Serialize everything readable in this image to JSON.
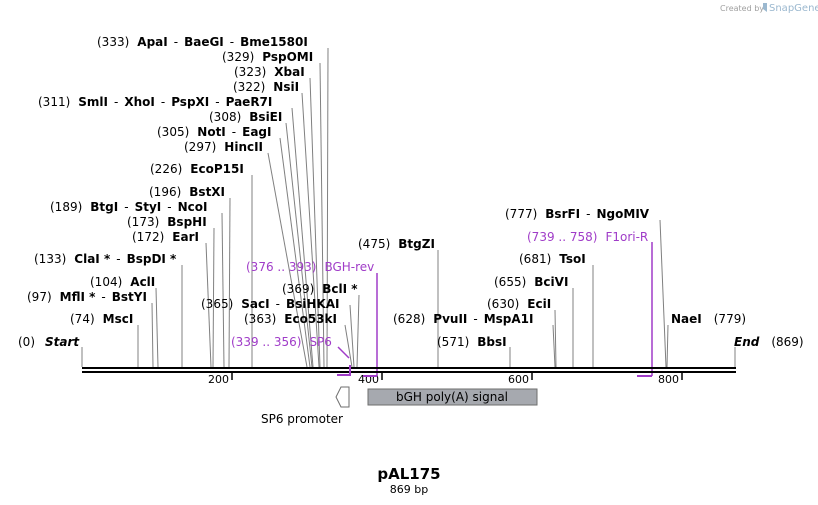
{
  "watermark": {
    "prefix": "Created by",
    "brand": "SnapGene"
  },
  "map": {
    "name": "pAL175",
    "length_label": "869 bp",
    "ticks": [
      "200",
      "400",
      "600",
      "800"
    ],
    "ends": {
      "start_pos": "(0)",
      "start": "Start",
      "end": "End",
      "end_pos": "(869)"
    }
  },
  "features": {
    "sp6_promoter": "SP6 promoter",
    "bgh_polya": "bGH poly(A) signal"
  },
  "primers": {
    "sp6": {
      "range": "(339 .. 356)",
      "name": "SP6"
    },
    "bgh_rev": {
      "range": "(376 .. 393)",
      "name": "BGH-rev"
    },
    "f1ori_r": {
      "range": "(739 .. 758)",
      "name": "F1ori-R"
    }
  },
  "sites": {
    "apai": {
      "pos": "(333)",
      "names": [
        "ApaI",
        "BaeGI",
        "Bme1580I"
      ]
    },
    "pspomi": {
      "pos": "(329)",
      "names": [
        "PspOMI"
      ]
    },
    "xbai": {
      "pos": "(323)",
      "names": [
        "XbaI"
      ]
    },
    "nsii": {
      "pos": "(322)",
      "names": [
        "NsiI"
      ]
    },
    "smli": {
      "pos": "(311)",
      "names": [
        "SmlI",
        "XhoI",
        "PspXI",
        "PaeR7I"
      ]
    },
    "bsiei": {
      "pos": "(308)",
      "names": [
        "BsiEI"
      ]
    },
    "noti": {
      "pos": "(305)",
      "names": [
        "NotI",
        "EagI"
      ]
    },
    "hincii": {
      "pos": "(297)",
      "names": [
        "HincII"
      ]
    },
    "ecop15i": {
      "pos": "(226)",
      "names": [
        "EcoP15I"
      ]
    },
    "bstxi": {
      "pos": "(196)",
      "names": [
        "BstXI"
      ]
    },
    "btgi": {
      "pos": "(189)",
      "names": [
        "BtgI",
        "StyI",
        "NcoI"
      ]
    },
    "bsphi": {
      "pos": "(173)",
      "names": [
        "BspHI"
      ]
    },
    "eari": {
      "pos": "(172)",
      "names": [
        "EarI"
      ]
    },
    "clai": {
      "pos": "(133)",
      "names": [
        "ClaI *",
        "BspDI *"
      ]
    },
    "acli": {
      "pos": "(104)",
      "names": [
        "AclI"
      ]
    },
    "mfli": {
      "pos": "(97)",
      "names": [
        "MflI *",
        "BstYI"
      ]
    },
    "msci": {
      "pos": "(74)",
      "names": [
        "MscI"
      ]
    },
    "saci": {
      "pos": "(365)",
      "names": [
        "SacI",
        "BsiHKAI"
      ]
    },
    "eco53ki": {
      "pos": "(363)",
      "names": [
        "Eco53kI"
      ]
    },
    "bcli": {
      "pos": "(369)",
      "names": [
        "BclI *"
      ]
    },
    "btgzi": {
      "pos": "(475)",
      "names": [
        "BtgZI"
      ]
    },
    "pvuii": {
      "pos": "(628)",
      "names": [
        "PvuII",
        "MspA1I"
      ]
    },
    "bbsi": {
      "pos": "(571)",
      "names": [
        "BbsI"
      ]
    },
    "bsrfi": {
      "pos": "(777)",
      "names": [
        "BsrFI",
        "NgoMIV"
      ]
    },
    "tsoi": {
      "pos": "(681)",
      "names": [
        "TsoI"
      ]
    },
    "bcivi": {
      "pos": "(655)",
      "names": [
        "BciVI"
      ]
    },
    "ecii": {
      "pos": "(630)",
      "names": [
        "EciI"
      ]
    },
    "naei": {
      "pos": "(779)",
      "names": [
        "NaeI"
      ]
    }
  }
}
